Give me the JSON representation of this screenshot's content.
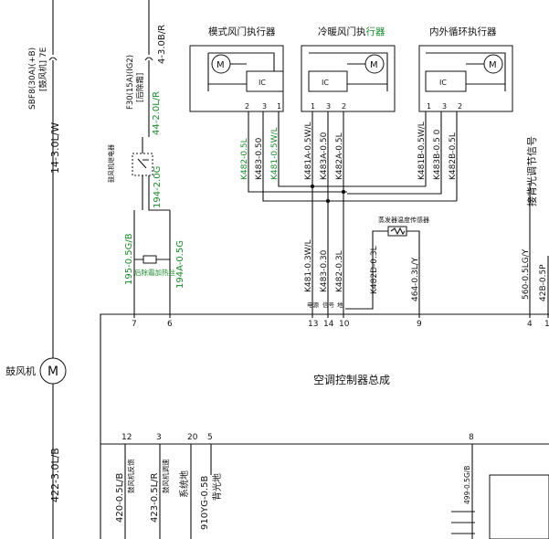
{
  "actuators": {
    "mode": {
      "title": "模式风门执行器",
      "ic": "IC",
      "motor": "M",
      "pins": [
        "2",
        "3",
        "1"
      ]
    },
    "cool": {
      "title_prefix": "冷暖风门执",
      "title_suffix": "行器",
      "ic": "IC",
      "motor": "M",
      "pins": [
        "1",
        "3",
        "2"
      ]
    },
    "recirc": {
      "title": "内外循环执行器",
      "ic": "IC",
      "motor": "M",
      "pins": [
        "1",
        "3",
        "2"
      ]
    }
  },
  "wires": {
    "mode_1": "K482-0.5L",
    "mode_2": "K483-0.50",
    "mode_3": "K481-0.5W/L",
    "cool_1": "K481A-0.5W/L",
    "cool_2": "K483A-0.50",
    "cool_3": "K482A-0.5L",
    "recirc_1": "K481B-0.5W/L",
    "recirc_2": "K483B-0.5 0",
    "recirc_3": "K482B-0.5L",
    "ctrl_13": "K481-0.3W/L",
    "ctrl_14": "K483-0.30",
    "ctrl_10": "K482-0.3L",
    "sensor_wire": "K482D-0.3L",
    "sensor_out": "464-0.3L/Y",
    "pin9_note": "接背光调节信号",
    "pin4_wire": "560-0.5LG/Y",
    "pin1_wire": "42B-0.5P",
    "left_main": "14-3.0L/W",
    "fuse_main_a": "SBF8(30A)(+B)",
    "fuse_main_b": "[鼓风机]  7E",
    "fuse_ig_a": "F30(15A)(IG2)",
    "fuse_ig_b": "[后除霜]",
    "fuse_ig_wire": "4-3.0B/R",
    "relay_in": "44-2.0L/R",
    "relay_label": "鼓风机继电器",
    "relay_out": "194-2.0G",
    "heater_label": "后除霜加热丝",
    "wire_195": "195-0.5G/B",
    "wire_194a": "194A-0.5G",
    "blower_label": "鼓风机",
    "blower_motor": "M",
    "blower_wire": "422-3.0L/B",
    "fb_wire": "420-0.5L/B",
    "fb_label": "鼓风机反馈",
    "speed_wire": "423-0.5L/R",
    "speed_label": "鼓风机调速",
    "gnd_label": "系统地",
    "bl_wire": "910YG-0.5B",
    "bl_label": "背光地",
    "pin8_wire": "499-0.5G/B",
    "sensor_label": "蒸发器温度传感器",
    "pin13_note": "电源",
    "pin14_note": "信号",
    "pin10_note": "地"
  },
  "controller": {
    "title": "空调控制器总成",
    "top_pins": [
      "7",
      "6",
      "13",
      "14",
      "10",
      "9",
      "4",
      "1"
    ],
    "bottom_pins": [
      "12",
      "3",
      "20",
      "5",
      "8"
    ]
  },
  "colors": {
    "green": "#1a8a2a",
    "line": "#111111"
  }
}
